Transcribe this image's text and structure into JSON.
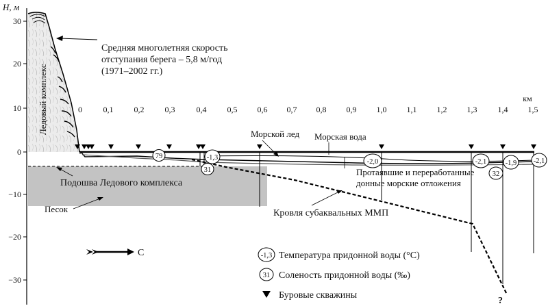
{
  "y_axis": {
    "label": "H, м",
    "ticks": [
      "30",
      "20",
      "10",
      "0",
      "−10",
      "−20",
      "−30"
    ]
  },
  "x_axis": {
    "unit": "км",
    "ticks": [
      "0",
      "0,1",
      "0,2",
      "0,3",
      "0,4",
      "0,5",
      "0,6",
      "0,7",
      "0,8",
      "0,9",
      "1,0",
      "1,1",
      "1,2",
      "1,3",
      "1,4",
      "1,5"
    ]
  },
  "annotations": {
    "ice_complex": "Ледовый комплекс",
    "retreat_line1": "Средняя многолетняя скорость",
    "retreat_line2": "отступания берега – 5,8 м/год",
    "retreat_line3": "(1971–2002 гг.)",
    "sea_ice": "Морской лед",
    "sea_water": "Морская вода",
    "thawed_line1": "Протаявшие и переработанные",
    "thawed_line2": "донные морские отложения",
    "ice_complex_base": "Подошва Ледового комплекса",
    "sand": "Песок",
    "permafrost_roof": "Кровля субаквальных ММП",
    "question": "?"
  },
  "temperature_labels": [
    "-1,3",
    "-2,0",
    "-2,1",
    "-1,9",
    "-2,1"
  ],
  "salinity_labels": [
    "79",
    "31",
    "32"
  ],
  "legend": {
    "direction": "С",
    "temperature_sample": "-1,3",
    "temperature": "Температура придонной воды (°С)",
    "salinity_sample": "31",
    "salinity": "Соленость придонной воды (‰)",
    "boreholes": "Буровые скважины"
  }
}
